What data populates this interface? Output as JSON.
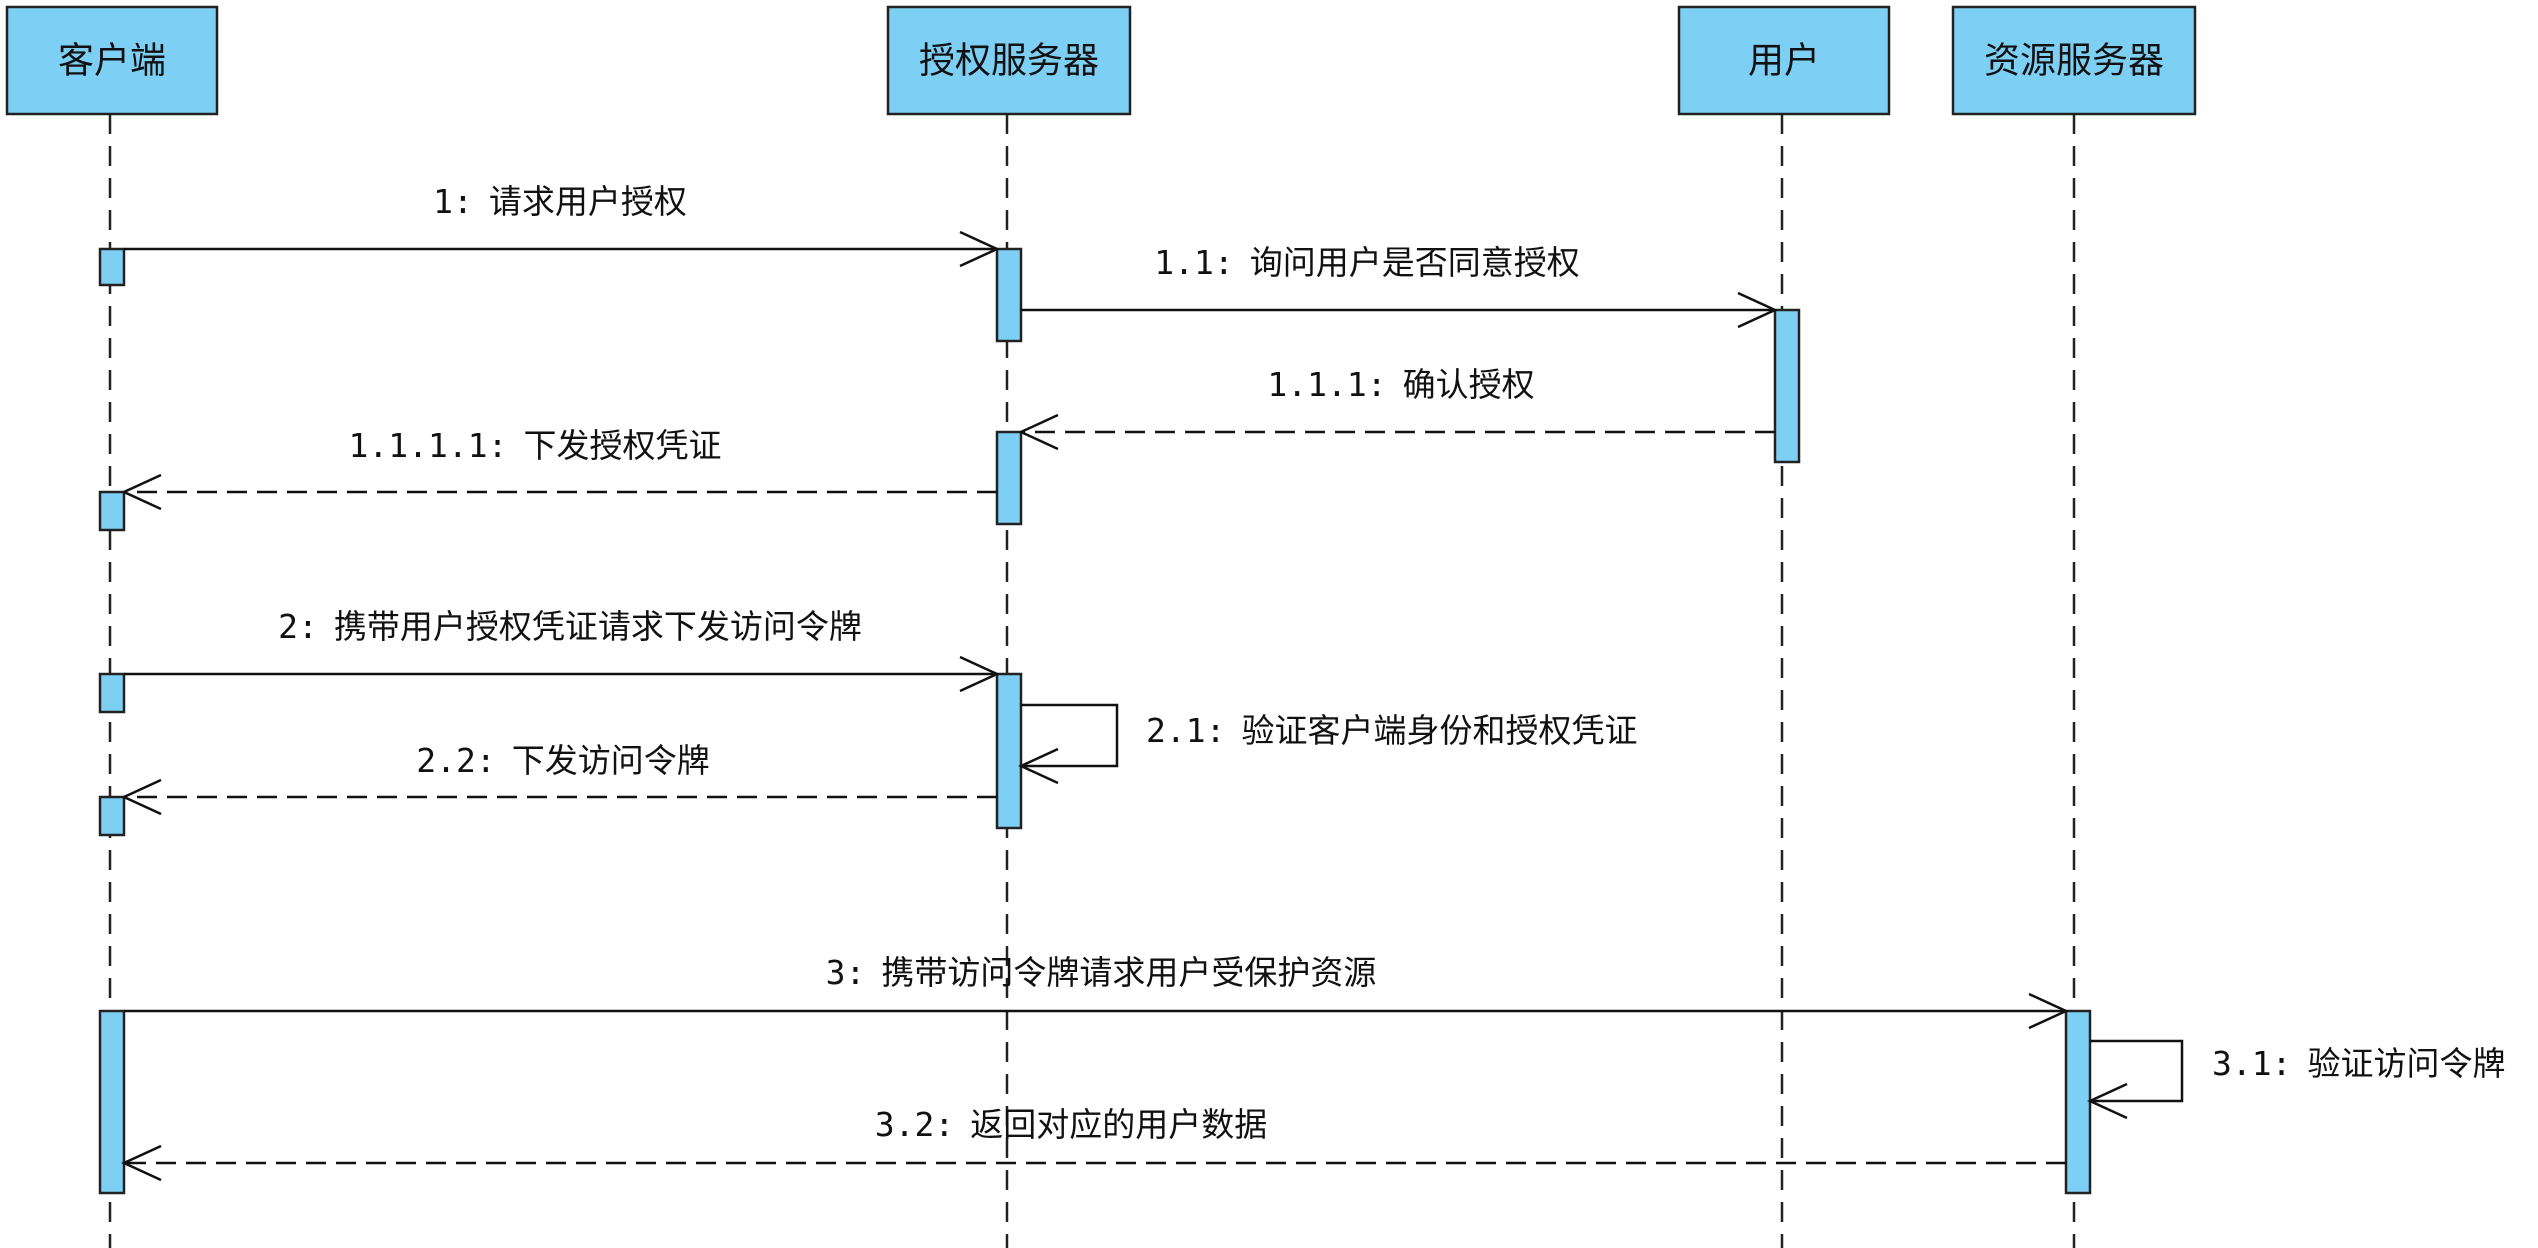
{
  "participants": [
    {
      "id": "client",
      "label": "客户端"
    },
    {
      "id": "auth",
      "label": "授权服务器"
    },
    {
      "id": "user",
      "label": "用户"
    },
    {
      "id": "resource",
      "label": "资源服务器"
    }
  ],
  "messages": [
    {
      "id": "m1",
      "seq": "1:",
      "text": "请求用户授权",
      "from": "client",
      "to": "auth",
      "kind": "sync"
    },
    {
      "id": "m11",
      "seq": "1.1:",
      "text": "询问用户是否同意授权",
      "from": "auth",
      "to": "user",
      "kind": "sync"
    },
    {
      "id": "m111",
      "seq": "1.1.1:",
      "text": "确认授权",
      "from": "user",
      "to": "auth",
      "kind": "reply"
    },
    {
      "id": "m1111",
      "seq": "1.1.1.1:",
      "text": "下发授权凭证",
      "from": "auth",
      "to": "client",
      "kind": "reply"
    },
    {
      "id": "m2",
      "seq": "2:",
      "text": "携带用户授权凭证请求下发访问令牌",
      "from": "client",
      "to": "auth",
      "kind": "sync"
    },
    {
      "id": "m21",
      "seq": "2.1:",
      "text": "验证客户端身份和授权凭证",
      "from": "auth",
      "to": "auth",
      "kind": "self"
    },
    {
      "id": "m22",
      "seq": "2.2:",
      "text": "下发访问令牌",
      "from": "auth",
      "to": "client",
      "kind": "reply"
    },
    {
      "id": "m3",
      "seq": "3:",
      "text": "携带访问令牌请求用户受保护资源",
      "from": "client",
      "to": "resource",
      "kind": "sync"
    },
    {
      "id": "m31",
      "seq": "3.1:",
      "text": "验证访问令牌",
      "from": "resource",
      "to": "resource",
      "kind": "self"
    },
    {
      "id": "m32",
      "seq": "3.2:",
      "text": "返回对应的用户数据",
      "from": "resource",
      "to": "client",
      "kind": "reply"
    }
  ]
}
